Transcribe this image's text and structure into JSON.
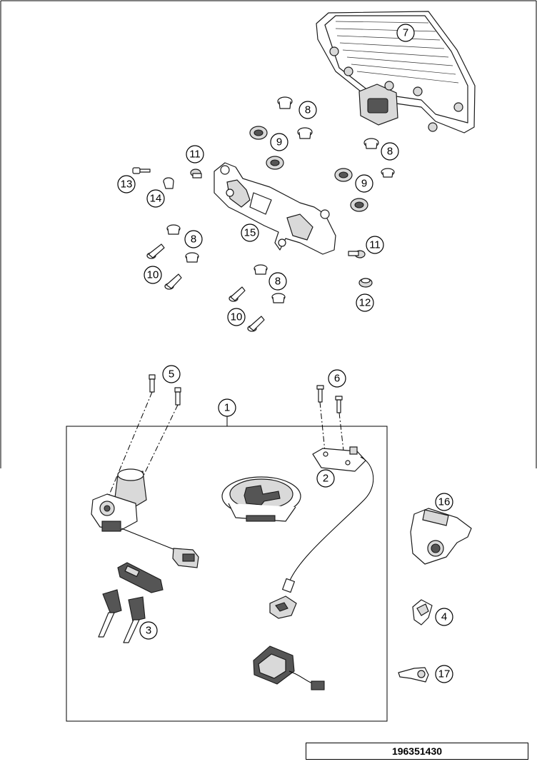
{
  "drawing_number": "196351430",
  "callouts": {
    "c1": "1",
    "c2": "2",
    "c3": "3",
    "c4": "4",
    "c5": "5",
    "c6": "6",
    "c7": "7",
    "c8a": "8",
    "c8b": "8",
    "c8c": "8",
    "c8d": "8",
    "c9a": "9",
    "c9b": "9",
    "c10a": "10",
    "c10b": "10",
    "c11a": "11",
    "c11b": "11",
    "c12": "12",
    "c13": "13",
    "c14": "14",
    "c15": "15",
    "c16": "16",
    "c17": "17"
  }
}
